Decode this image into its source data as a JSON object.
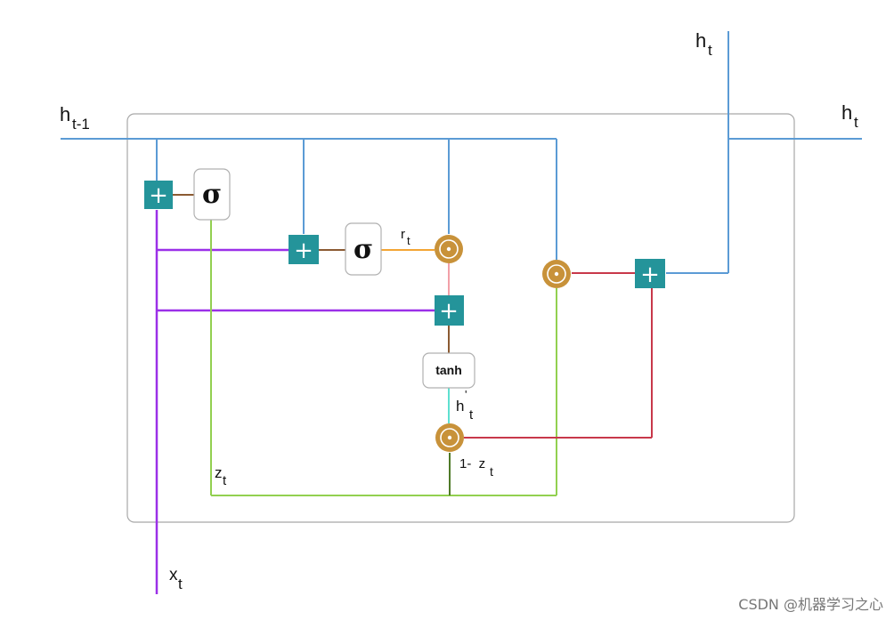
{
  "labels": {
    "h_prev_base": "h",
    "h_prev_sub": "t-1",
    "h_out_top_base": "h",
    "h_out_top_sub": "t",
    "h_out_right_base": "h",
    "h_out_right_sub": "t",
    "r_base": "r",
    "r_sub": "t",
    "h_cand_base": "h",
    "h_cand_prime": "'",
    "h_cand_sub": "t",
    "z_base": "z",
    "z_sub": "t",
    "one_minus_base": "1-  z",
    "one_minus_sub": "t",
    "x_base": "x",
    "x_sub": "t"
  },
  "blocks": {
    "sigma_symbol": "σ",
    "tanh_label": "tanh",
    "plus_symbol": "+"
  },
  "watermark": "CSDN @机器学习之心",
  "colors": {
    "hidden": "#5b9bd5",
    "input": "#9b30e8",
    "update": "#92d050",
    "reset": "#f4a534",
    "candidate_in": "#f2a0a8",
    "candidate_out": "#5ee0d0",
    "mix": "#c8384a",
    "one_minus": "#4f7a28",
    "brown": "#8b5a32",
    "plus_box": "#24949a",
    "odot": "#c8923a",
    "frame": "#a8a8a8"
  }
}
